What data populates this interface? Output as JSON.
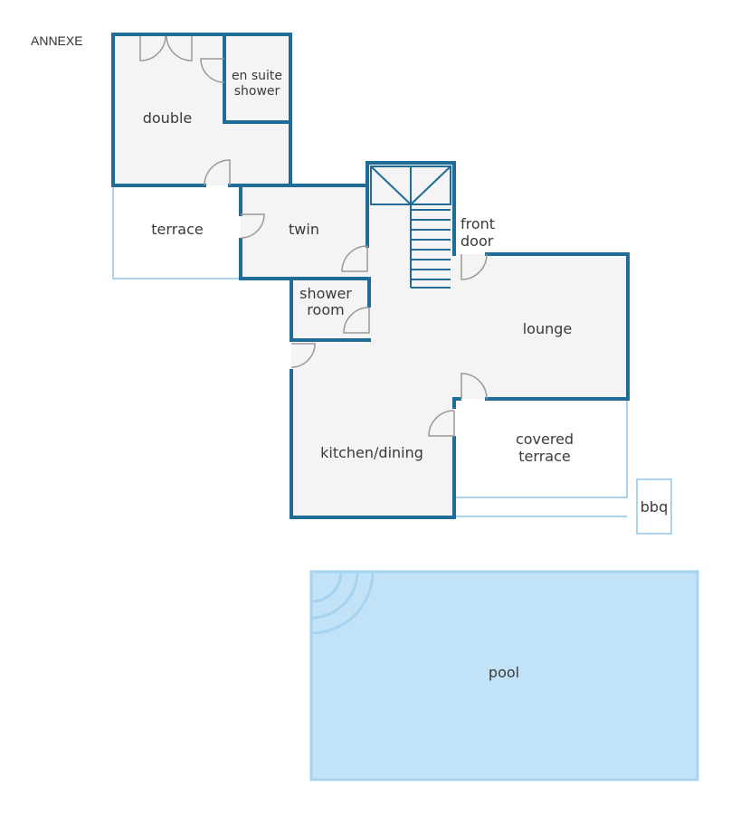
{
  "title": "ANNEXE",
  "colors": {
    "wall": "#1f6c98",
    "light_wall": "#a9d3ee",
    "floor": "#f4f4f4",
    "pool_fill": "#c2e3f7",
    "pool_stroke": "#a6d3f0",
    "door": "#9a9a9a"
  },
  "rooms": {
    "double": "double",
    "ensuite_line1": "en suite",
    "ensuite_line2": "shower",
    "terrace": "terrace",
    "twin": "twin",
    "front_door_line1": "front",
    "front_door_line2": "door",
    "shower_room_line1": "shower",
    "shower_room_line2": "room",
    "lounge": "lounge",
    "kitchen_dining": "kitchen/dining",
    "covered_terrace_line1": "covered",
    "covered_terrace_line2": "terrace",
    "bbq": "bbq",
    "pool": "pool"
  }
}
